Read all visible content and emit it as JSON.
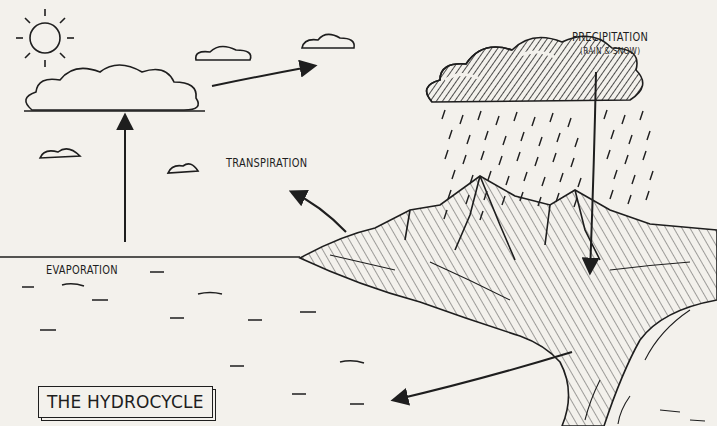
{
  "diagram": {
    "title": "THE HYDROCYCLE",
    "labels": [
      "PRECIPITATION",
      "(RAIN & SNOW)",
      "TRANSPIRATION",
      "EVAPORATION"
    ]
  }
}
